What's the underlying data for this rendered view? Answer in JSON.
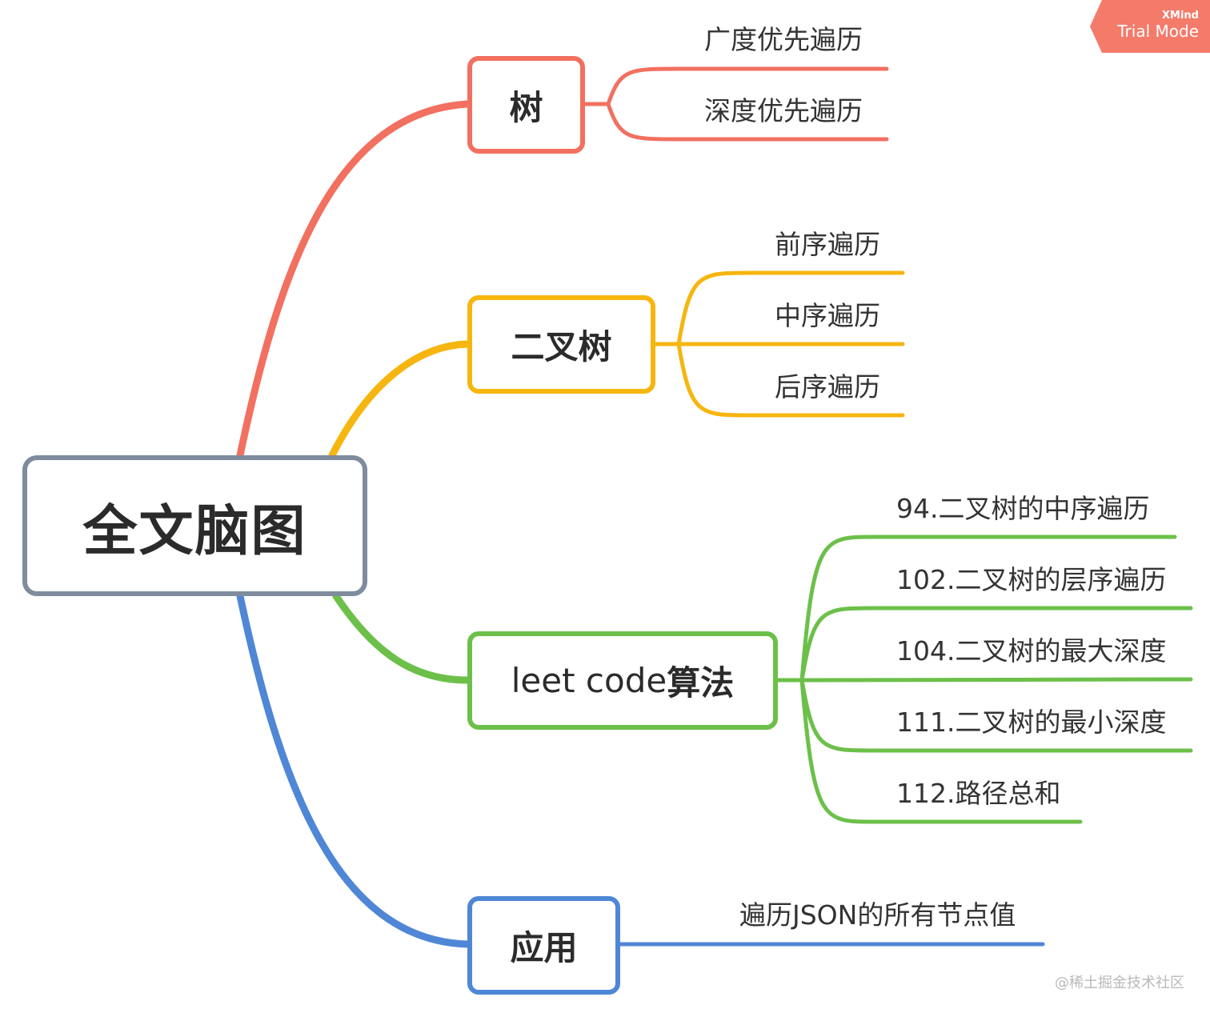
{
  "root": {
    "label": "全文脑图",
    "color": "#7f8c9d"
  },
  "branches": [
    {
      "id": "tree",
      "label": "树",
      "color": "#f27060",
      "children": [
        "广度优先遍历",
        "深度优先遍历"
      ]
    },
    {
      "id": "binary",
      "label": "二叉树",
      "color": "#f6b60f",
      "children": [
        "前序遍历",
        "中序遍历",
        "后序遍历"
      ]
    },
    {
      "id": "leet",
      "label_prefix": "leet code",
      "label_suffix": "算法",
      "color": "#6cc04a",
      "children": [
        "94.二叉树的中序遍历",
        "102.二叉树的层序遍历",
        "104.二叉树的最大深度",
        "111.二叉树的最小深度",
        "112.路径总和"
      ]
    },
    {
      "id": "app",
      "label": "应用",
      "color": "#4f87d6",
      "children": [
        "遍历JSON的所有节点值"
      ]
    }
  ],
  "badge": {
    "top": "XMind",
    "bottom": "Trial Mode",
    "color": "#f47a6a"
  },
  "watermark": "@稀土掘金技术社区"
}
